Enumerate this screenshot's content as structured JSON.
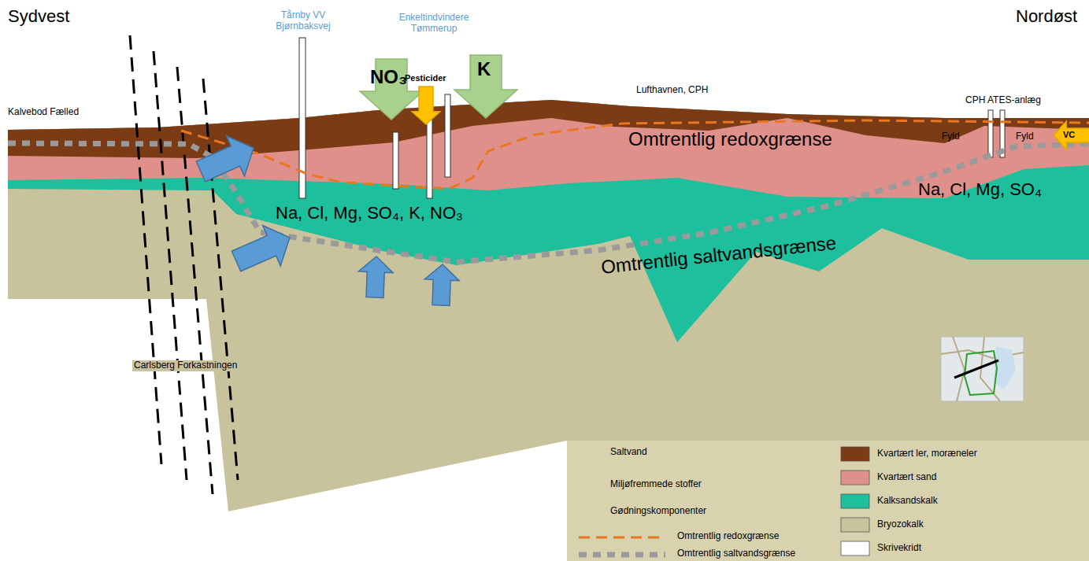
{
  "diagram": {
    "labels": [
      "Sydvest",
      "Nordøst",
      "Tårnby VV Bjørnbaksvej",
      "Enkeltindvindere Tømmerup",
      "NO₃",
      "Pesticider",
      "K",
      "Lufthavnen, CPH",
      "Kalvebod Fælled",
      "Omtrentlig redoxgrænse",
      "CPH ATES-anlæg",
      "Fyld",
      "Fyld",
      "VC",
      "Na, Cl, Mg, SO₄",
      "Na, Cl, Mg, SO₄, K, NO₃",
      "Omtrentlig saltvandsgrænse",
      "Carlsberg Forkastningen"
    ],
    "legend": [
      {
        "text": "Saltvand"
      },
      {
        "text": "Miljøfremmede stoffer"
      },
      {
        "text": "Gødningskomponenter"
      },
      {
        "text": "Omtrentlig redoxgrænse"
      },
      {
        "text": "Omtrentlig saltvandsgrænse"
      },
      {
        "text": "Kvartært ler, moræneler",
        "color": "#7b3b14"
      },
      {
        "text": "Kvartært sand",
        "color": "#e0908a"
      },
      {
        "text": "Kalksandskalk",
        "color": "#1dbf9d"
      },
      {
        "text": "Bryozokalk",
        "color": "#c9c39d"
      },
      {
        "text": "Skrivekridt",
        "color": "#ffffff"
      }
    ]
  }
}
